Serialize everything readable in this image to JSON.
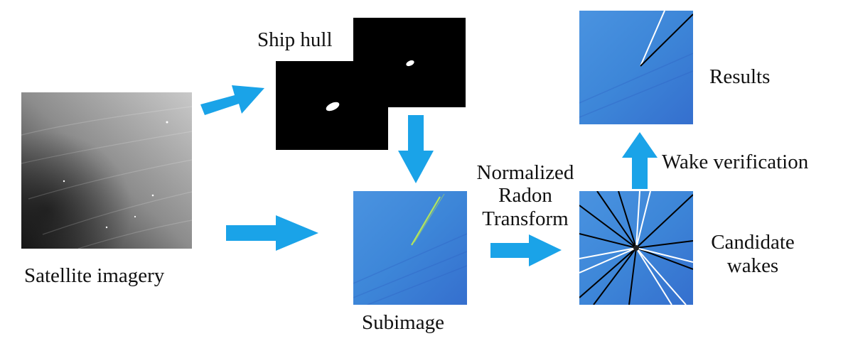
{
  "labels": {
    "satellite": "Satellite imagery",
    "ship_hull": "Ship hull",
    "subimage": "Subimage",
    "nrt_line1": "Normalized",
    "nrt_line2": "Radon",
    "nrt_line3": "Transform",
    "candidate_line1": "Candidate",
    "candidate_line2": "wakes",
    "wake_verification": "Wake verification",
    "results": "Results"
  },
  "colors": {
    "arrow": "#1aa3e8",
    "sea_blue": "#3d86d8",
    "hull_bg": "#000000",
    "hull_blob": "#ffffff",
    "wake_white": "#ffffff",
    "wake_black": "#000000",
    "wake_green": "#b4e65a"
  }
}
